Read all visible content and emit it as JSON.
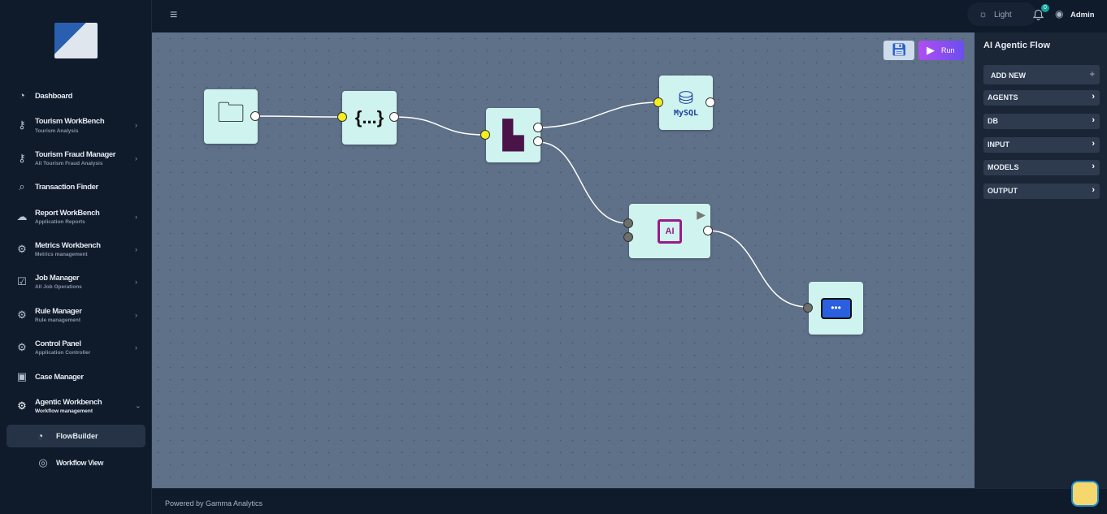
{
  "sidebar": {
    "items": [
      {
        "label": "Dashboard",
        "icon": "pie-chart-icon"
      },
      {
        "label": "Tourism WorkBench",
        "sub": "Tourism Analysis",
        "icon": "key-icon"
      },
      {
        "label": "Tourism Fraud Manager",
        "sub": "All Tourism Fraud Analysis",
        "icon": "key-icon"
      },
      {
        "label": "Transaction Finder",
        "icon": "search-icon"
      },
      {
        "label": "Report WorkBench",
        "sub": "Application Reports",
        "icon": "cloud-download-icon"
      },
      {
        "label": "Metrics Workbench",
        "sub": "Metrics management",
        "icon": "gear-box-icon"
      },
      {
        "label": "Job Manager",
        "sub": "All Job Operations",
        "icon": "checkbox-icon"
      },
      {
        "label": "Rule Manager",
        "sub": "Rule management",
        "icon": "gear-box-icon"
      },
      {
        "label": "Control Panel",
        "sub": "Application Controller",
        "icon": "gear-icon"
      },
      {
        "label": "Case Manager",
        "icon": "briefcase-icon"
      },
      {
        "label": "Agentic Workbench",
        "sub": "Workflow management",
        "icon": "gear-box-icon"
      }
    ],
    "subitems": [
      {
        "label": "FlowBuilder",
        "active": true
      },
      {
        "label": "Workflow View"
      }
    ]
  },
  "topbar": {
    "theme_label": "Light",
    "notification_count": "0",
    "user": "Admin"
  },
  "toolbar": {
    "run_label": "Run"
  },
  "flow": {
    "nodes": [
      {
        "id": "folder",
        "icon": "folder-icon"
      },
      {
        "id": "json",
        "icon": "json-braces-icon",
        "label": "{...}"
      },
      {
        "id": "file-add",
        "icon": "file-add-icon"
      },
      {
        "id": "mysql",
        "icon": "mysql-database-icon",
        "label": "MySQL"
      },
      {
        "id": "ai",
        "icon": "ai-chip-icon",
        "label": "AI"
      },
      {
        "id": "chat",
        "icon": "chat-bubble-icon"
      }
    ],
    "edges": [
      [
        "folder",
        "json"
      ],
      [
        "json",
        "file-add"
      ],
      [
        "file-add",
        "mysql"
      ],
      [
        "file-add",
        "ai"
      ],
      [
        "ai",
        "chat"
      ]
    ]
  },
  "panel": {
    "title": "AI Agentic Flow",
    "add_new": "ADD NEW",
    "categories": [
      "AGENTS",
      "DB",
      "INPUT",
      "MODELS",
      "OUTPUT"
    ]
  },
  "footer": {
    "text": "Powered by Gamma Analytics"
  },
  "colors": {
    "canvas": "#5f7089",
    "node": "#cff3ee",
    "run": "#8b4cf0",
    "port_input": "#f4ef1e"
  }
}
